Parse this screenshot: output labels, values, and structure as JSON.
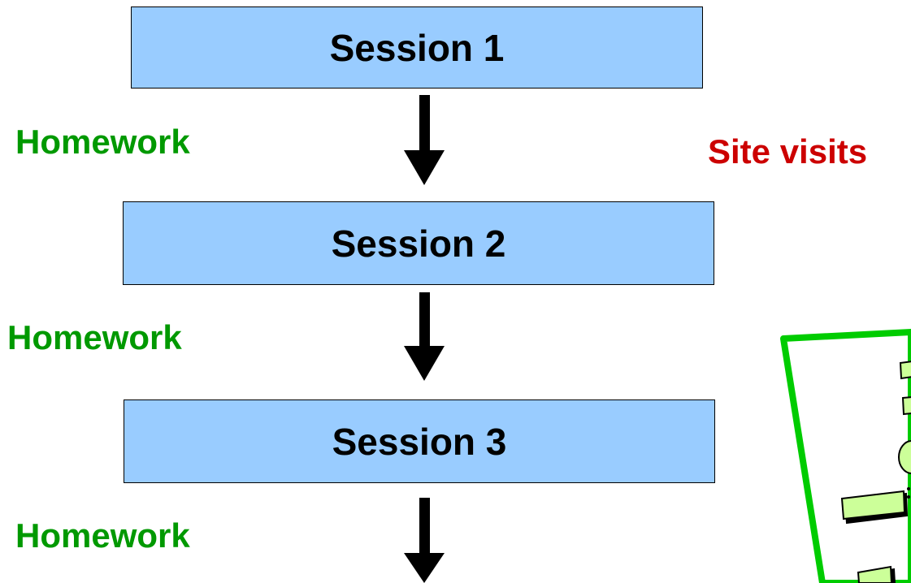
{
  "sessions": [
    {
      "label": "Session 1"
    },
    {
      "label": "Session 2"
    },
    {
      "label": "Session 3"
    }
  ],
  "homework": [
    {
      "label": "Homework"
    },
    {
      "label": "Homework"
    },
    {
      "label": "Homework"
    }
  ],
  "site_visits": {
    "label": "Site visits"
  },
  "colors": {
    "session_fill": "#99ccff",
    "homework_text": "#009900",
    "site_visits_text": "#cc0000",
    "clipart_border": "#00cc00",
    "clipart_shapes": "#ccff99"
  },
  "icons": {
    "arrow": "down-arrow-icon",
    "clipart": "site-map-clipart-icon"
  }
}
